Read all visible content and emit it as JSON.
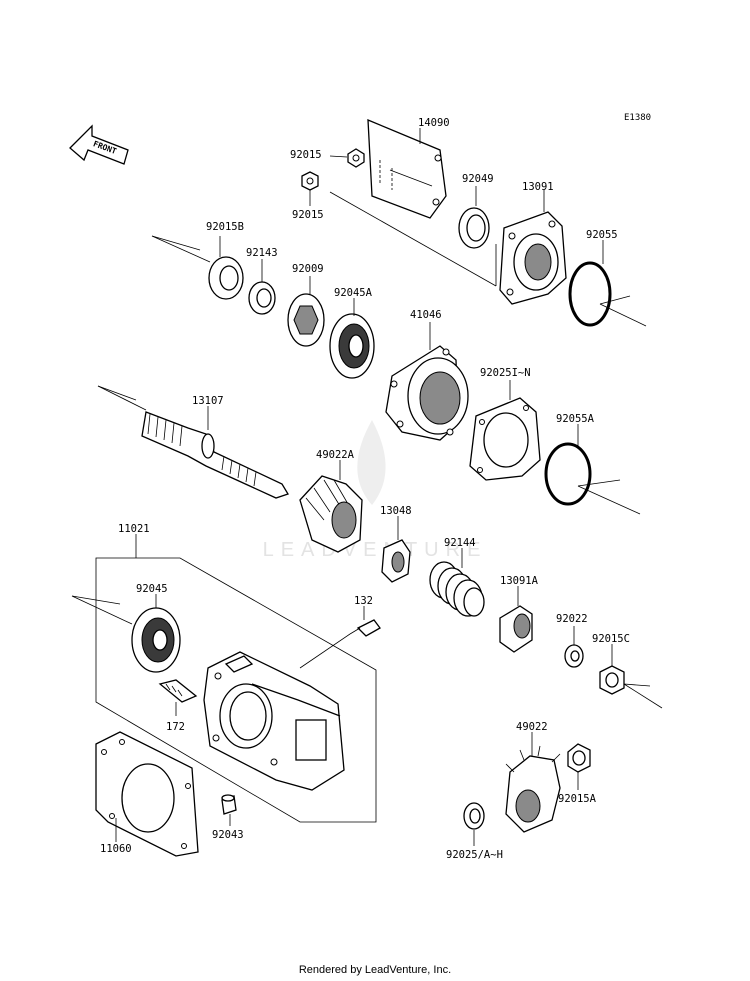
{
  "diagram_code": "E1380",
  "front_label": "FRONT",
  "watermark": "LEADVENTURE",
  "footer": "Rendered by LeadVenture, Inc.",
  "parts": {
    "p14090": "14090",
    "p92015_a": "92015",
    "p92015_b": "92015",
    "p92049": "92049",
    "p13091": "13091",
    "p92015B": "92015B",
    "p92143": "92143",
    "p92009": "92009",
    "p92045A": "92045A",
    "p92055": "92055",
    "p41046": "41046",
    "p92025IN": "92025I~N",
    "p13107": "13107",
    "p92055A": "92055A",
    "p49022A": "49022A",
    "p13048": "13048",
    "p11021": "11021",
    "p92144": "92144",
    "p13091A": "13091A",
    "p92045": "92045",
    "p132": "132",
    "p92022": "92022",
    "p92015C": "92015C",
    "p172": "172",
    "p49022": "49022",
    "p92015A": "92015A",
    "p11060": "11060",
    "p92043": "92043",
    "p92025AH": "92025/A~H"
  }
}
